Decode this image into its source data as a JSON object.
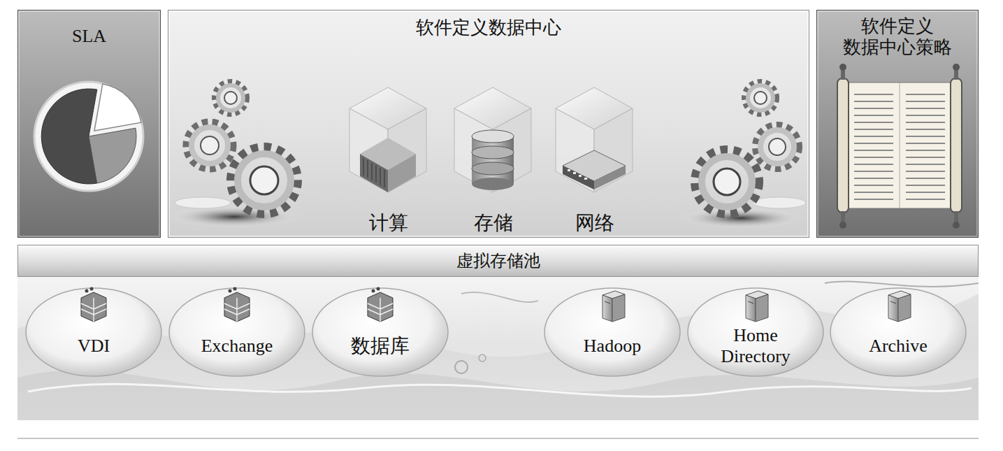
{
  "diagram": {
    "nodes": [
      {
        "text": [
          "SLA"
        ]
      },
      {
        "text": [
          "软件定义数据中心"
        ]
      },
      {
        "text": [
          "计算"
        ],
        "in": 1
      },
      {
        "text": [
          "存储"
        ],
        "in": 1
      },
      {
        "text": [
          "网络"
        ],
        "in": 1
      },
      {
        "text": [
          "软件定义 数据中心策略"
        ]
      },
      {
        "text": [
          "虚拟存储池"
        ]
      },
      {
        "text": [
          "VDI"
        ]
      },
      {
        "text": [
          "Exchange"
        ]
      },
      {
        "text": [
          "数据库"
        ]
      },
      {
        "text": [
          "Hadoop"
        ]
      },
      {
        "text": [
          "Home Directory"
        ]
      },
      {
        "text": [
          "Archive"
        ]
      }
    ]
  }
}
